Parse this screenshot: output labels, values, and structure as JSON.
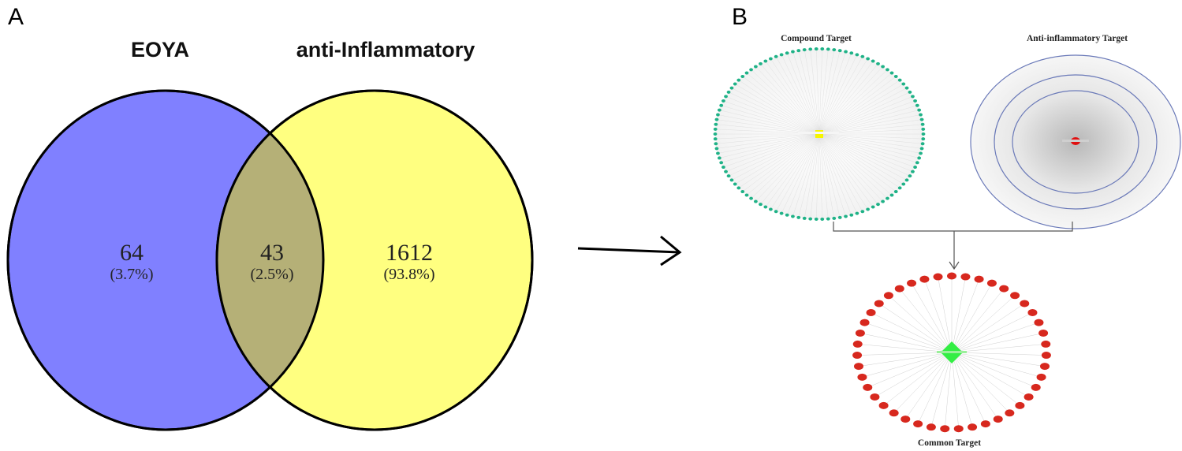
{
  "panels": {
    "a_label": "A",
    "b_label": "B"
  },
  "venn": {
    "left_set": "EOYA",
    "right_set": "anti-Inflammatory",
    "left_only": {
      "count": "64",
      "pct": "(3.7%)"
    },
    "overlap": {
      "count": "43",
      "pct": "(2.5%)"
    },
    "right_only": {
      "count": "1612",
      "pct": "(93.8%)"
    },
    "colors": {
      "left": "#8080ff",
      "right": "#ffff80",
      "overlap": "#b5b077"
    }
  },
  "networks": {
    "compound_title": "Compound Target",
    "anti_title": "Anti-inflammatory Target",
    "common_title": "Common Target",
    "compound_node_count": 110,
    "common_node_count": 43,
    "colors": {
      "compound_ring": "#1fb287",
      "compound_center": "#f6f500",
      "anti_center": "#e01010",
      "common_node": "#d7281e",
      "common_center": "#33ee44",
      "anti_rings": "#6a79b8"
    }
  }
}
